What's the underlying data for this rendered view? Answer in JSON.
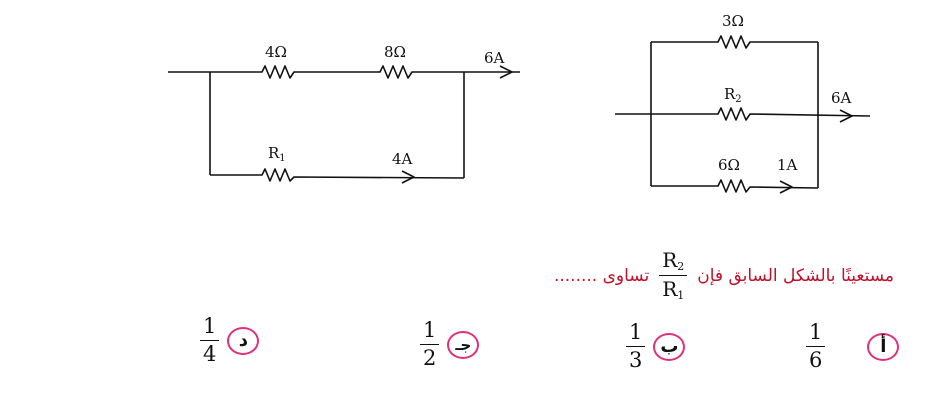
{
  "circuit_left": {
    "r_top_1": "4Ω",
    "r_top_2": "8Ω",
    "current_total": "6A",
    "r_bottom_name": "R",
    "r_bottom_sub": "1",
    "current_bottom": "4A"
  },
  "circuit_right": {
    "r_top": "3Ω",
    "r_mid_name": "R",
    "r_mid_sub": "2",
    "current_total": "6A",
    "r_bottom": "6Ω",
    "current_bottom": "1A"
  },
  "question": {
    "text_before": "مستعينًا بالشكل السابق  فإن",
    "fraction": {
      "num_name": "R",
      "num_sub": "2",
      "den_name": "R",
      "den_sub": "1"
    },
    "text_after": "تساوى ........"
  },
  "options": [
    {
      "letter": "أ",
      "numerator": "1",
      "denominator": "6"
    },
    {
      "letter": "ب",
      "numerator": "1",
      "denominator": "3"
    },
    {
      "letter": "جـ",
      "numerator": "1",
      "denominator": "2"
    },
    {
      "letter": "د",
      "numerator": "1",
      "denominator": "4"
    }
  ],
  "colors": {
    "question_text": "#c0102a",
    "option_circle": "#e0307a",
    "wire": "#111111"
  }
}
